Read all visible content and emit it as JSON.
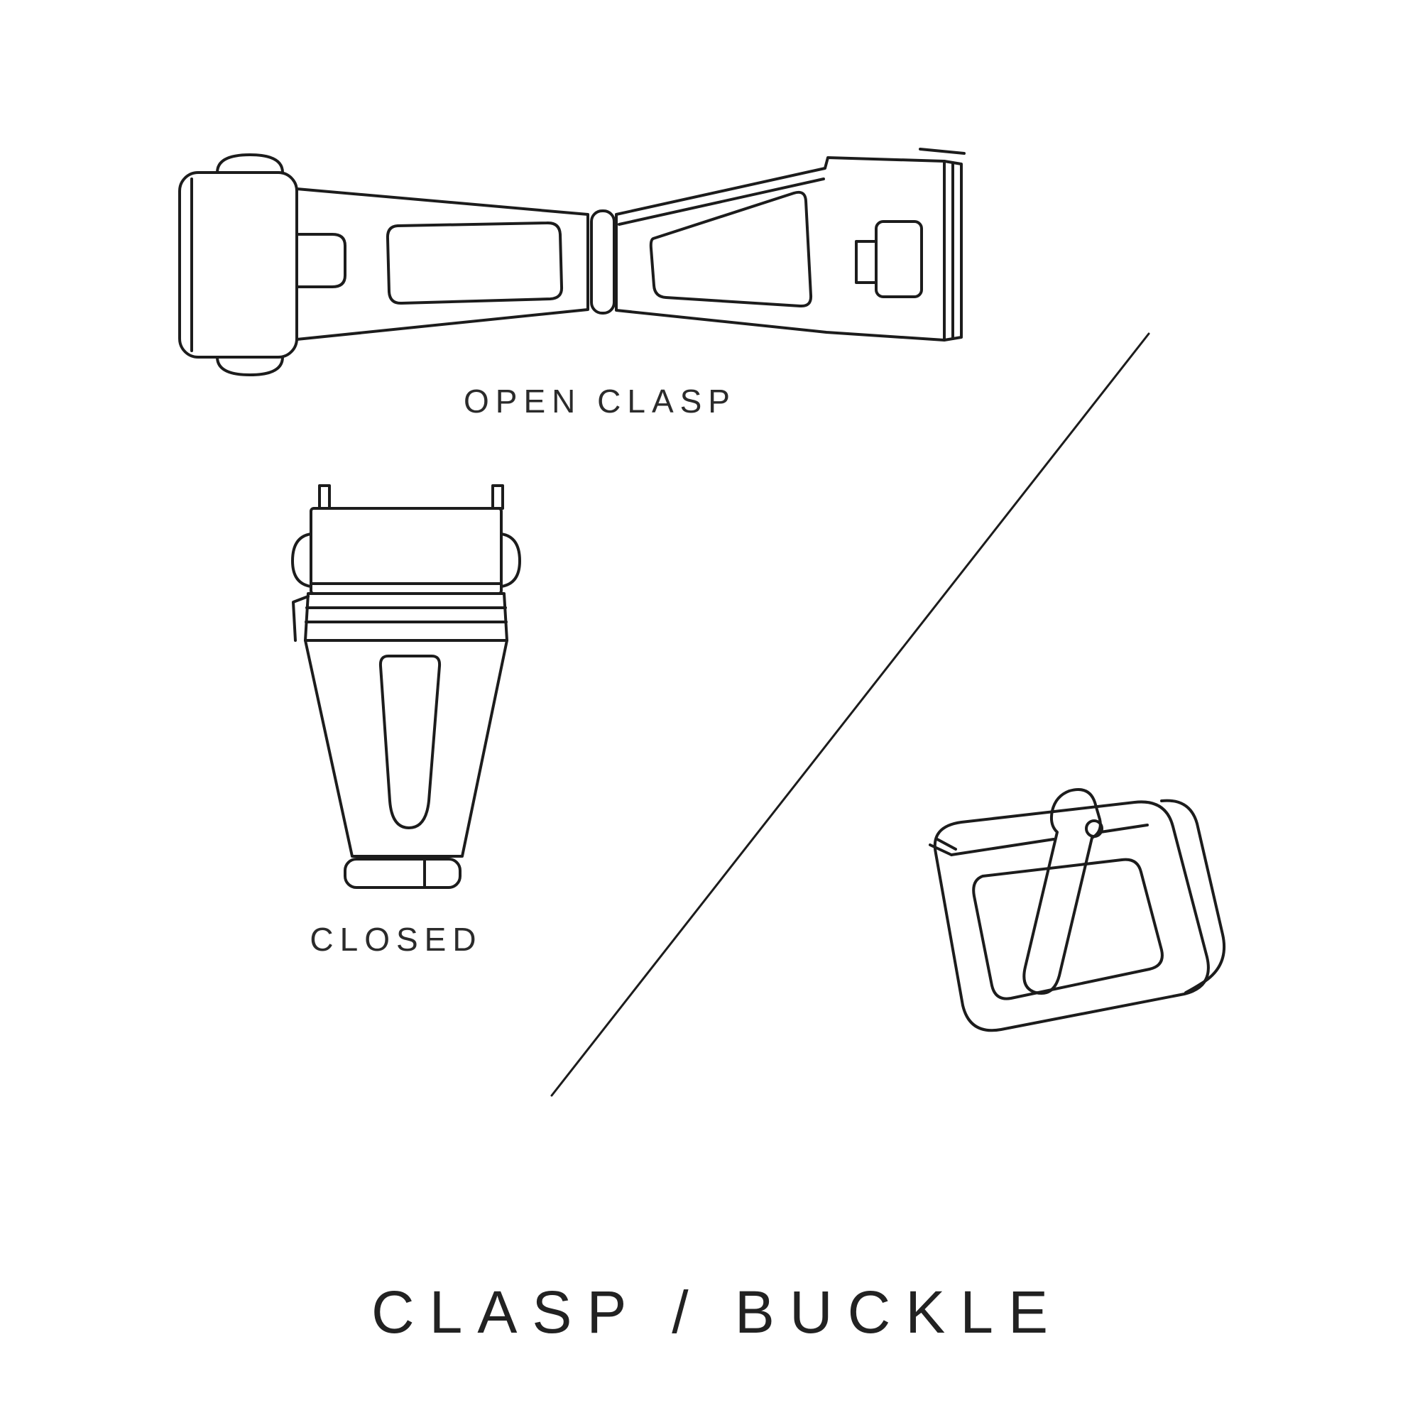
{
  "page": {
    "background_color": "#ffffff",
    "line_color": "#1c1c1c",
    "text_color": "#2b2b2b"
  },
  "labels": {
    "open_clasp": "OPEN CLASP",
    "closed": "CLOSED",
    "title": "CLASP / BUCKLE"
  }
}
